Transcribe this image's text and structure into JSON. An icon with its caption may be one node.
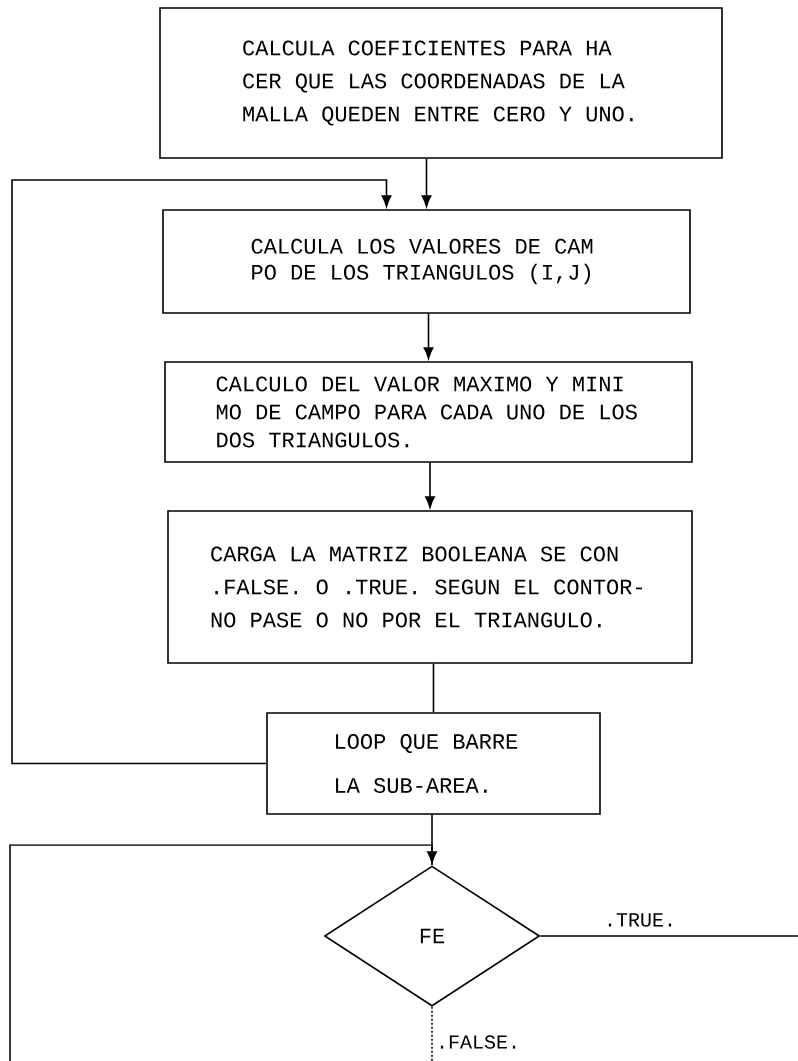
{
  "diagram": {
    "nodes": [
      {
        "text": [
          "CALCULA COEFICIENTES PARA HA CER QUE LAS COORDENADAS DE LA MALLA QUEDEN ENTRE CERO Y UNO."
        ]
      },
      {
        "text": [
          "CALCULA LOS VALORES DE CAM PO DE LOS TRIANGULOS (I,J)"
        ]
      },
      {
        "text": [
          "CALCULO DEL VALOR MAXIMO Y MINI MO DE CAMPO PARA CADA UNO DE LOS DOS TRIANGULOS."
        ]
      },
      {
        "text": [
          "CARGA LA MATRIZ BOOLEANA SE CON .FALSE. O .TRUE. SEGUN EL CONTOR- NO PASE O NO POR EL TRIANGULO."
        ]
      },
      {
        "text": [
          "LOOP QUE BARRE LA SUB-AREA."
        ]
      },
      {
        "text": [
          "FE"
        ]
      }
    ],
    "edges": [
      {
        "from": 0,
        "to": 1,
        "arrow": "to"
      },
      {
        "from": 1,
        "to": 2,
        "arrow": "to"
      },
      {
        "from": 2,
        "to": 3,
        "arrow": "to"
      },
      {
        "from": 3,
        "to": 4,
        "arrow": "none"
      },
      {
        "from": 4,
        "to": 1,
        "arrow": "to"
      },
      {
        "from": 4,
        "to": 5,
        "arrow": "none"
      },
      {
        "from": null,
        "to": 5,
        "arrow": "to"
      },
      {
        "from": 5,
        "to": null,
        "arrow": "none",
        "label": ".TRUE."
      },
      {
        "from": 5,
        "to": null,
        "arrow": "none",
        "label": ".FALSE.",
        "style": "dashed"
      }
    ]
  }
}
